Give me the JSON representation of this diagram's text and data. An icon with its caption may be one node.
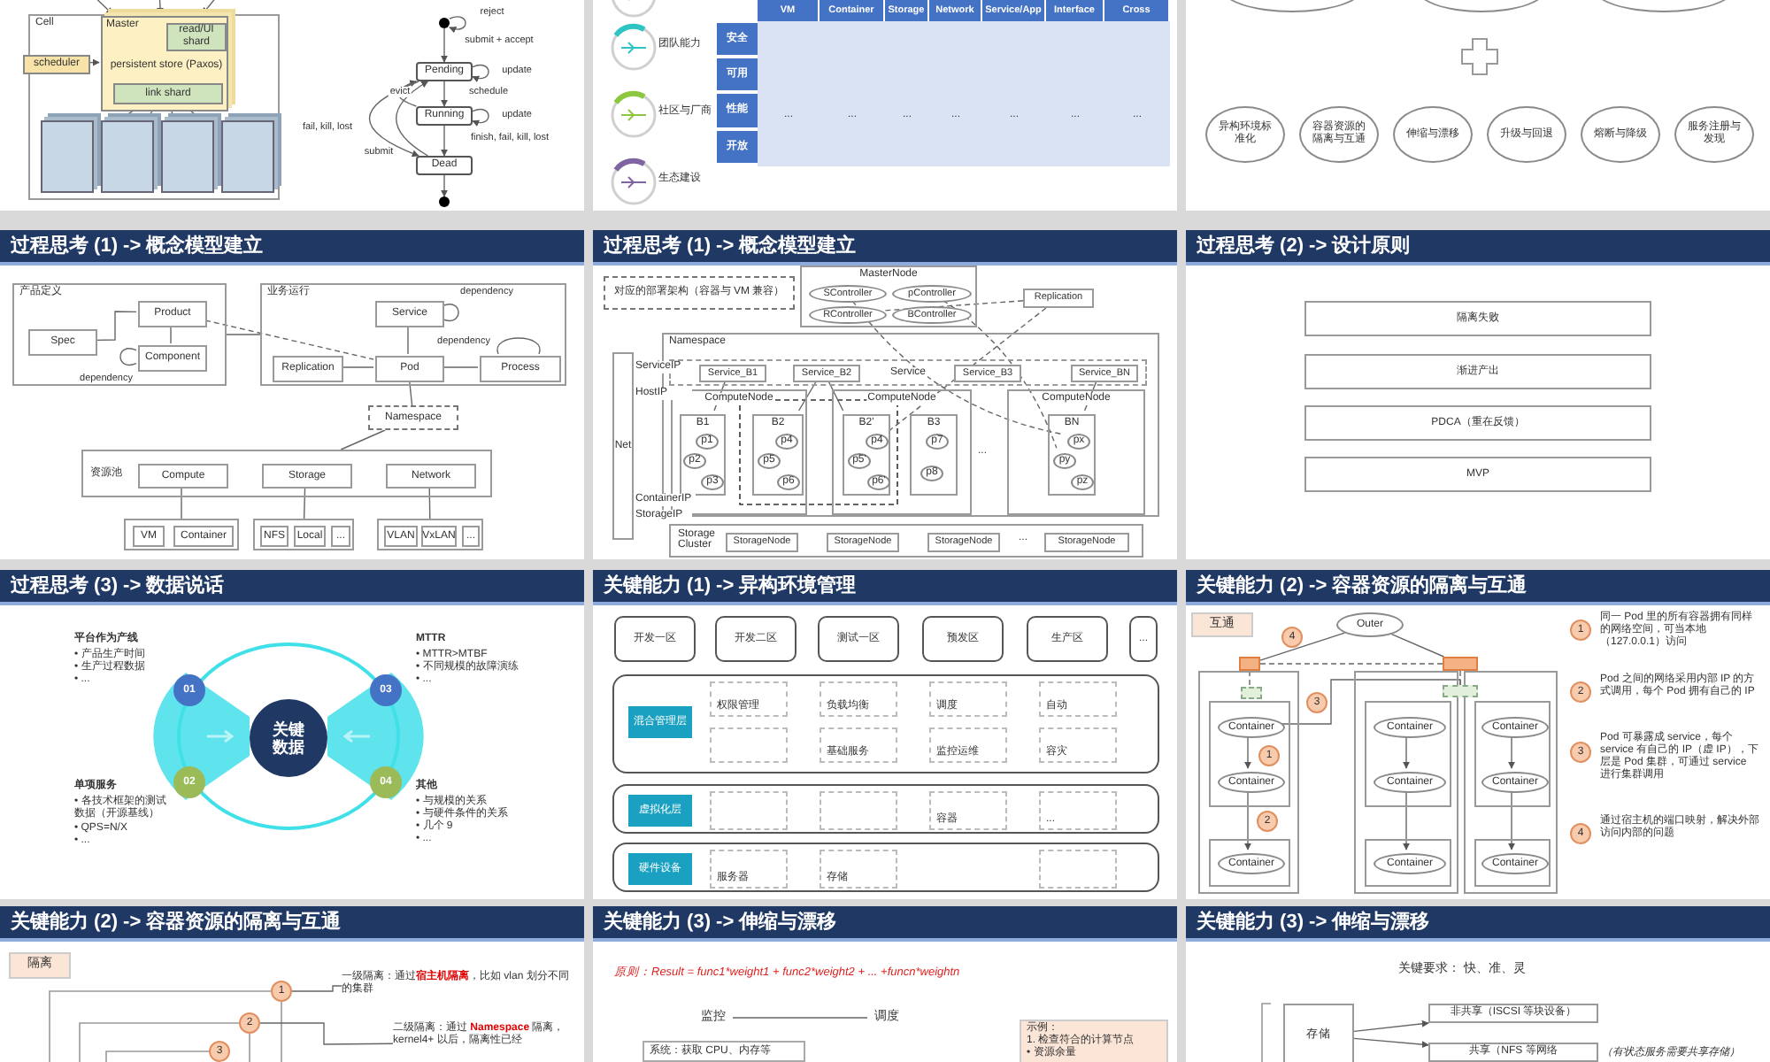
{
  "diagram": {
    "nodes": [
      {
        "text": [
          "Cell"
        ]
      },
      {
        "text": [
          "Master"
        ],
        "in": 0
      },
      {
        "text": [
          "read/UI shard"
        ],
        "in": 1
      },
      {
        "text": [
          "persistent store (Paxos)"
        ],
        "in": 1
      },
      {
        "text": [
          "link shard"
        ],
        "in": 1
      },
      {
        "text": [
          "scheduler"
        ],
        "in": 0
      },
      {
        "text": [],
        "shape": "box",
        "in": 0
      },
      {
        "text": [],
        "shape": "box",
        "in": 0
      },
      {
        "text": [],
        "shape": "box",
        "in": 0
      },
      {
        "text": [],
        "shape": "box",
        "in": 0
      },
      {
        "text": [],
        "shape": "circle"
      },
      {
        "text": [
          "Pending"
        ]
      },
      {
        "text": [
          "Running"
        ]
      },
      {
        "text": [
          "Dead"
        ]
      },
      {
        "text": [],
        "shape": "circle"
      },
      {
        "text": [],
        "shape": "ellipse"
      },
      {
        "text": [],
        "shape": "ellipse"
      },
      {
        "text": [],
        "shape": "ellipse"
      },
      {
        "text": [
          "异构环境标准化"
        ]
      },
      {
        "text": [
          "容器资源的隔离与互通"
        ]
      },
      {
        "text": [
          "伸缩与漂移"
        ]
      },
      {
        "text": [
          "升级与回退"
        ]
      },
      {
        "text": [
          "熔断与降级"
        ]
      },
      {
        "text": [
          "服务注册与发现"
        ]
      },
      {
        "text": [
          "产品定义"
        ]
      },
      {
        "text": [
          "Spec"
        ],
        "in": 24
      },
      {
        "text": [
          "Product"
        ],
        "in": 24
      },
      {
        "text": [
          "Component"
        ],
        "in": 24
      },
      {
        "text": [
          "业务运行"
        ]
      },
      {
        "text": [
          "Service"
        ],
        "in": 28
      },
      {
        "text": [
          "Replication"
        ],
        "in": 28
      },
      {
        "text": [
          "Pod"
        ],
        "in": 28
      },
      {
        "text": [
          "Process"
        ],
        "in": 28
      },
      {
        "text": [
          "Namespace"
        ]
      },
      {
        "text": [
          "资源池"
        ]
      },
      {
        "text": [
          "Compute"
        ],
        "in": 34
      },
      {
        "text": [
          "Storage"
        ],
        "in": 34
      },
      {
        "text": [
          "Network"
        ],
        "in": 34
      },
      {
        "text": [],
        "shape": "box"
      },
      {
        "text": [
          "VM"
        ],
        "in": 38
      },
      {
        "text": [
          "Container"
        ],
        "in": 38
      },
      {
        "text": [],
        "shape": "box"
      },
      {
        "text": [
          "NFS"
        ],
        "in": 41
      },
      {
        "text": [
          "Local"
        ],
        "in": 41
      },
      {
        "text": [
          "..."
        ],
        "in": 41
      },
      {
        "text": [],
        "shape": "box"
      },
      {
        "text": [
          "VLAN"
        ],
        "in": 45
      },
      {
        "text": [
          "VxLAN"
        ],
        "in": 45
      },
      {
        "text": [
          "..."
        ],
        "in": 45
      },
      {
        "text": [
          "对应的部署架构（容器与 VM 兼容）"
        ]
      },
      {
        "text": [
          "MasterNode"
        ]
      },
      {
        "text": [
          "SController"
        ],
        "in": 50
      },
      {
        "text": [
          "pController"
        ],
        "in": 50
      },
      {
        "text": [
          "RController"
        ],
        "in": 50
      },
      {
        "text": [
          "BController"
        ],
        "in": 50
      },
      {
        "text": [
          "Replication"
        ]
      },
      {
        "text": [
          "Namespace"
        ]
      },
      {
        "text": [
          "Net"
        ]
      },
      {
        "text": [
          "Service"
        ],
        "in": 56
      },
      {
        "text": [
          "Service_B1"
        ],
        "in": 58
      },
      {
        "text": [
          "Service_B2"
        ],
        "in": 58
      },
      {
        "text": [
          "Service_B3"
        ],
        "in": 58
      },
      {
        "text": [
          "Service_BN"
        ],
        "in": 58
      },
      {
        "text": [
          "ComputeNode"
        ],
        "in": 56
      },
      {
        "text": [
          "ComputeNode"
        ],
        "in": 56
      },
      {
        "text": [
          "ComputeNode"
        ],
        "in": 56
      },
      {
        "text": [
          "B1"
        ],
        "in": 63
      },
      {
        "text": [
          "B2"
        ],
        "in": 63
      },
      {
        "text": [
          "B2'"
        ],
        "in": 64
      },
      {
        "text": [
          "B3"
        ],
        "in": 64
      },
      {
        "text": [
          "BN"
        ],
        "in": 65
      },
      {
        "text": [
          "p1"
        ],
        "in": 66
      },
      {
        "text": [
          "p2"
        ],
        "in": 66
      },
      {
        "text": [
          "p3"
        ],
        "in": 66
      },
      {
        "text": [
          "p4"
        ],
        "in": 67
      },
      {
        "text": [
          "p5"
        ],
        "in": 67
      },
      {
        "text": [
          "p6"
        ],
        "in": 67
      },
      {
        "text": [
          "p4"
        ],
        "in": 68
      },
      {
        "text": [
          "p5'"
        ],
        "in": 68
      },
      {
        "text": [
          "p6'"
        ],
        "in": 68
      },
      {
        "text": [
          "p7"
        ],
        "in": 69
      },
      {
        "text": [
          "p8"
        ],
        "in": 69
      },
      {
        "text": [
          "px"
        ],
        "in": 70
      },
      {
        "text": [
          "py"
        ],
        "in": 70
      },
      {
        "text": [
          "pz"
        ],
        "in": 70
      },
      {
        "text": [
          "Storage Cluster"
        ]
      },
      {
        "text": [
          "StorageNode"
        ],
        "in": 85
      },
      {
        "text": [
          "StorageNode"
        ],
        "in": 85
      },
      {
        "text": [
          "StorageNode"
        ],
        "in": 85
      },
      {
        "text": [
          "StorageNode"
        ],
        "in": 85
      },
      {
        "text": [
          "隔离失败"
        ]
      },
      {
        "text": [
          "渐进产出"
        ]
      },
      {
        "text": [
          "PDCA（重在反馈）"
        ]
      },
      {
        "text": [
          "MVP"
        ]
      },
      {
        "text": [
          "关键数据"
        ]
      },
      {
        "text": [
          "01"
        ]
      },
      {
        "text": [
          "03"
        ]
      },
      {
        "text": [
          "02"
        ]
      },
      {
        "text": [
          "04"
        ]
      },
      {
        "text": [
          "开发一区"
        ]
      },
      {
        "text": [
          "开发二区"
        ]
      },
      {
        "text": [
          "测试一区"
        ]
      },
      {
        "text": [
          "预发区"
        ]
      },
      {
        "text": [
          "生产区"
        ]
      },
      {
        "text": [
          "..."
        ]
      },
      {
        "text": [],
        "shape": "box"
      },
      {
        "text": [
          "混合管理层"
        ],
        "in": 105
      },
      {
        "text": [
          "权限管理"
        ],
        "in": 105
      },
      {
        "text": [
          "负载均衡"
        ],
        "in": 105
      },
      {
        "text": [
          "调度"
        ],
        "in": 105
      },
      {
        "text": [
          "自动"
        ],
        "in": 105
      },
      {
        "text": [],
        "shape": "box",
        "in": 105
      },
      {
        "text": [
          "基础服务"
        ],
        "in": 105
      },
      {
        "text": [
          "监控运维"
        ],
        "in": 105
      },
      {
        "text": [
          "容灾"
        ],
        "in": 105
      },
      {
        "text": [],
        "shape": "box"
      },
      {
        "text": [
          "虚拟化层"
        ],
        "in": 115
      },
      {
        "text": [],
        "shape": "box",
        "in": 115
      },
      {
        "text": [],
        "shape": "box",
        "in": 115
      },
      {
        "text": [
          "容器"
        ],
        "in": 115
      },
      {
        "text": [
          "..."
        ],
        "in": 115
      },
      {
        "text": [],
        "shape": "box"
      },
      {
        "text": [
          "硬件设备"
        ],
        "in": 121
      },
      {
        "text": [
          "服务器"
        ],
        "in": 121
      },
      {
        "text": [
          "存储"
        ],
        "in": 121
      },
      {
        "text": [],
        "shape": "box",
        "in": 121
      },
      {
        "text": [
          "互通"
        ]
      },
      {
        "text": [
          "Outer"
        ]
      },
      {
        "text": [],
        "shape": "box"
      },
      {
        "text": [],
        "shape": "box"
      },
      {
        "text": [],
        "shape": "box"
      },
      {
        "text": [],
        "shape": "box",
        "in": 128
      },
      {
        "text": [],
        "shape": "box",
        "in": 129
      },
      {
        "text": [],
        "shape": "box",
        "in": 130
      },
      {
        "text": [
          "Container"
        ],
        "in": 131
      },
      {
        "text": [
          "Container"
        ],
        "in": 131
      },
      {
        "text": [],
        "shape": "box",
        "in": 128
      },
      {
        "text": [
          "Container"
        ],
        "in": 136
      },
      {
        "text": [
          "Container"
        ],
        "in": 132
      },
      {
        "text": [
          "Container"
        ],
        "in": 132
      },
      {
        "text": [],
        "shape": "box",
        "in": 129
      },
      {
        "text": [
          "Container"
        ],
        "in": 140
      },
      {
        "text": [
          "Container"
        ],
        "in": 133
      },
      {
        "text": [
          "Container"
        ],
        "in": 133
      },
      {
        "text": [],
        "shape": "box",
        "in": 130
      },
      {
        "text": [
          "Container"
        ],
        "in": 144
      },
      {
        "text": [],
        "shape": "box"
      },
      {
        "text": [],
        "shape": "box"
      },
      {
        "text": [],
        "shape": "box",
        "in": 128
      },
      {
        "text": [],
        "shape": "box"
      },
      {
        "text": [
          "隔离"
        ]
      },
      {
        "text": [
          "1"
        ]
      },
      {
        "text": [
          "2"
        ]
      },
      {
        "text": [
          "3"
        ]
      },
      {
        "text": [
          "一级隔离：通过**宿主机隔离**，比如 vlan 划分不同的集群"
        ]
      },
      {
        "text": [
          "二级隔离：通过 **Namespace** 隔离，kernel4+ 以后，隔离性已经"
        ]
      },
      {
        "text": [
          "监控"
        ]
      },
      {
        "text": [
          "调度"
        ]
      },
      {
        "text": [
          "系统：获取 CPU、内存等"
        ]
      },
      {
        "text": [
          "示例：",
          "1. 检查符合的计算节点",
          "• 资源余量"
        ]
      },
      {
        "text": [
          "存储"
        ]
      },
      {
        "text": [
          "非共享（ISCSI 等块设备）"
        ]
      },
      {
        "text": [
          "共享（NFS 等网络"
        ]
      },
      {
        "text": [
          "1"
        ]
      },
      {
        "text": [
          "2"
        ]
      },
      {
        "text": [
          "3"
        ]
      },
      {
        "text": [
          "4"
        ]
      },
      {
        "text": [
          "4"
        ]
      },
      {
        "text": [
          "3"
        ]
      },
      {
        "text": [
          "1"
        ],
        "in": 131
      },
      {
        "text": [
          "2"
        ],
        "in": 128
      }
    ],
    "edges": [
      {
        "from": null,
        "to": 1,
        "arrow": "to"
      },
      {
        "from": null,
        "to": 1,
        "arrow": "to"
      },
      {
        "from": null,
        "to": 1,
        "arrow": "to"
      },
      {
        "from": 5,
        "to": 1,
        "arrow": "to"
      },
      {
        "from": 4,
        "to": 6,
        "arrow": "none"
      },
      {
        "from": 4,
        "to": 7,
        "arrow": "none"
      },
      {
        "from": 4,
        "to": 8,
        "arrow": "none"
      },
      {
        "from": 4,
        "to": 9,
        "arrow": "none"
      },
      {
        "from": 10,
        "to": 11,
        "arrow": "to",
        "label": "submit + accept"
      },
      {
        "from": 10,
        "to": 10,
        "arrow": "to",
        "label": "reject"
      },
      {
        "from": 11,
        "to": 11,
        "arrow": "to",
        "label": "update"
      },
      {
        "from": 11,
        "to": 12,
        "arrow": "to",
        "label": "schedule"
      },
      {
        "from": 12,
        "to": 12,
        "arrow": "to",
        "label": "update"
      },
      {
        "from": 12,
        "to": 11,
        "arrow": "to",
        "label": "evict"
      },
      {
        "from": 12,
        "to": 13,
        "arrow": "to",
        "label": "finish, fail, kill, lost"
      },
      {
        "from": 11,
        "to": 13,
        "arrow": "to",
        "label": "fail, kill, lost"
      },
      {
        "from": 13,
        "to": 11,
        "arrow": "to",
        "label": "submit"
      },
      {
        "from": 13,
        "to": 14,
        "arrow": "to"
      },
      {
        "from": 25,
        "to": 26,
        "arrow": "none"
      },
      {
        "from": 27,
        "to": 26,
        "arrow": "none"
      },
      {
        "from": 27,
        "to": 27,
        "arrow": "none",
        "label": "dependency"
      },
      {
        "from": 24,
        "to": 28,
        "arrow": "none"
      },
      {
        "from": 26,
        "to": 31,
        "arrow": "none",
        "style": "dashed"
      },
      {
        "from": 29,
        "to": 29,
        "arrow": "none",
        "label": "dependency"
      },
      {
        "from": 29,
        "to": 31,
        "arrow": "none"
      },
      {
        "from": 30,
        "to": 31,
        "arrow": "none"
      },
      {
        "from": 31,
        "to": 32,
        "arrow": "none"
      },
      {
        "from": 32,
        "to": 32,
        "arrow": "none",
        "label": "dependency"
      },
      {
        "from": 31,
        "to": 33,
        "arrow": "none"
      },
      {
        "from": 33,
        "to": 34,
        "arrow": "none"
      },
      {
        "from": 35,
        "to": 38,
        "arrow": "none"
      },
      {
        "from": 36,
        "to": 41,
        "arrow": "none"
      },
      {
        "from": 37,
        "to": 45,
        "arrow": "none"
      },
      {
        "from": 55,
        "to": 53,
        "arrow": "none",
        "style": "dashed"
      },
      {
        "from": 55,
        "to": 68,
        "arrow": "none",
        "style": "dashed"
      },
      {
        "from": 59,
        "to": 66,
        "arrow": "none"
      },
      {
        "from": 60,
        "to": 67,
        "arrow": "none"
      },
      {
        "from": 60,
        "to": 68,
        "arrow": "none"
      },
      {
        "from": 62,
        "to": 70,
        "arrow": "none"
      },
      {
        "from": 51,
        "to": 82,
        "arrow": "none",
        "style": "dashed"
      },
      {
        "from": 52,
        "to": 83,
        "arrow": "none",
        "style": "dashed"
      },
      {
        "from": 134,
        "to": 135,
        "arrow": "to"
      },
      {
        "from": 135,
        "to": 137,
        "arrow": "to"
      },
      {
        "from": 138,
        "to": 139,
        "arrow": "to"
      },
      {
        "from": 139,
        "to": 141,
        "arrow": "to"
      },
      {
        "from": 142,
        "to": 143,
        "arrow": "to"
      },
      {
        "from": 143,
        "to": 145,
        "arrow": "to"
      },
      {
        "from": 134,
        "to": 149,
        "arrow": "none"
      },
      {
        "from": 127,
        "to": 146,
        "arrow": "none"
      },
      {
        "from": 127,
        "to": 147,
        "arrow": "none"
      },
      {
        "from": 146,
        "to": 147,
        "arrow": "none",
        "style": "dashed"
      },
      {
        "from": 146,
        "to": 148,
        "arrow": "none",
        "style": "dashed"
      },
      {
        "from": 147,
        "to": 149,
        "arrow": "none",
        "style": "dashed"
      },
      {
        "from": 151,
        "to": 154,
        "arrow": "none"
      },
      {
        "from": 152,
        "to": 155,
        "arrow": "none"
      },
      {
        "from": 156,
        "to": 157,
        "arrow": "none"
      },
      {
        "from": 160,
        "to": 161,
        "arrow": "to"
      },
      {
        "from": 160,
        "to": 162,
        "arrow": "to"
      }
    ],
    "labels": [
      "团队能力",
      "社区与厂商",
      "生态建设",
      "VM",
      "Container",
      "Storage",
      "Network",
      "Service/App",
      "Interface",
      "Cross",
      "安全",
      "可用",
      "性能",
      "开放",
      "...",
      "...",
      "...",
      "...",
      "...",
      "...",
      "...",
      "过程思考 (1) -> 概念模型建立",
      "过程思考 (1) -> 概念模型建立",
      "过程思考 (2) -> 设计原则",
      "ServiceIP",
      "HostIP",
      "ContainerIP",
      "StorageIP",
      "...",
      "...",
      "过程思考 (3) -> 数据说话",
      "关键能力 (1) -> 异构环境管理",
      "关键能力 (2) -> 容器资源的隔离与互通",
      "平台作为产线",
      "• 产品生产时间",
      "• 生产过程数据",
      "• ...",
      "MTTR",
      "• MTTR>MTBF",
      "• 不同规模的故障演练",
      "• ...",
      "单项服务",
      "• 各技术框架的测试数据（开源基线）",
      "• QPS=N/X",
      "• ...",
      "其他",
      "• 与规模的关系",
      "• 与硬件条件的关系",
      "• 几个 9",
      "• ...",
      "同一 Pod 里的所有容器拥有同样的网络空间，可当本地（127.0.0.1）访问",
      "Pod 之间的网络采用内部 IP 的方式调用，每个 Pod 拥有自己的 IP",
      "Pod 可暴露成 service，每个 service 有自己的 IP（虚 IP），下层是 Pod 集群，可通过 service 进行集群调用",
      "通过宿主机的端口映射，解决外部访问内部的问题",
      "关键能力 (2) -> 容器资源的隔离与互通",
      "关键能力 (3) -> 伸缩与漂移",
      "关键能力 (3) -> 伸缩与漂移",
      "原则：Result = func1*weight1 + func2*weight2 + ... +funcn*weightn",
      "关键要求：  快、准、灵",
      "（有状态服务需要共享存储）"
    ]
  }
}
